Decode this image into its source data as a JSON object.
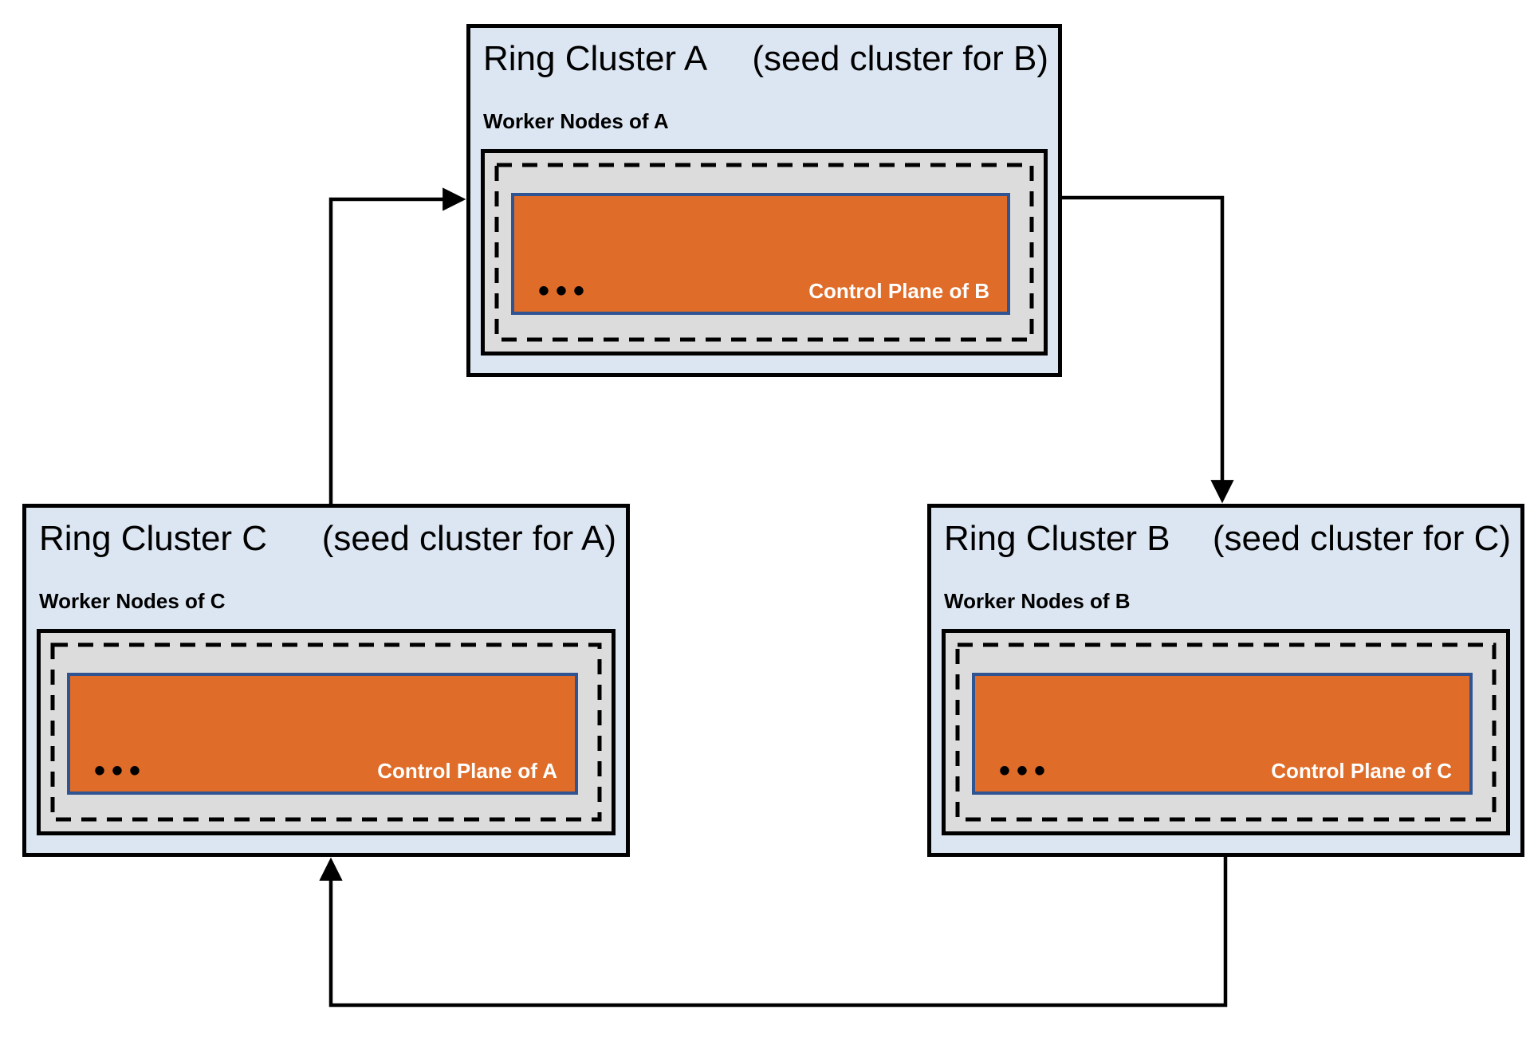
{
  "diagram": {
    "clusters": [
      {
        "id": "cluster-a",
        "title": "Ring Cluster A",
        "seed_note": "(seed cluster for B)",
        "worker_label": "Worker Nodes of A",
        "dots": "•••",
        "control_label": "Control Plane of B"
      },
      {
        "id": "cluster-c",
        "title": "Ring Cluster C",
        "seed_note": "(seed cluster for A)",
        "worker_label": "Worker Nodes of C",
        "dots": "•••",
        "control_label": "Control Plane of A"
      },
      {
        "id": "cluster-b",
        "title": "Ring Cluster B",
        "seed_note": "(seed cluster for C)",
        "worker_label": "Worker Nodes of B",
        "dots": "•••",
        "control_label": "Control Plane of C"
      }
    ],
    "edges": [
      {
        "from": "Ring Cluster C",
        "to": "Ring Cluster A"
      },
      {
        "from": "Ring Cluster A",
        "to": "Ring Cluster B"
      },
      {
        "from": "Ring Cluster B",
        "to": "Ring Cluster C"
      }
    ],
    "colors": {
      "cluster_bg": "#dce6f2",
      "node_bg": "#dcdcdc",
      "control_bg": "#df6c28",
      "control_border": "#2f5491",
      "line": "#000000"
    }
  }
}
